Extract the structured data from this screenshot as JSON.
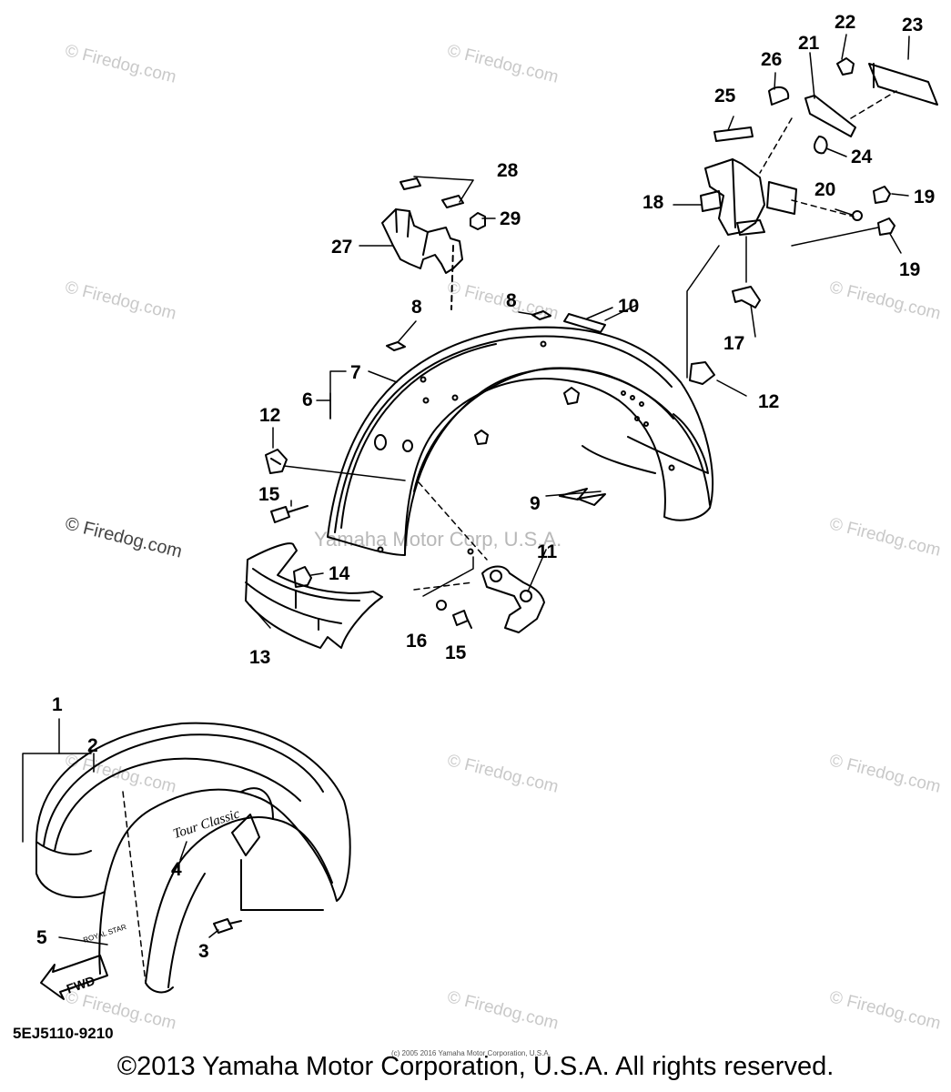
{
  "watermarks": {
    "light": "© Firedog.com",
    "dark": "© Firedog.com",
    "center": "Yamaha Motor Corp, U.S.A."
  },
  "callouts": [
    "1",
    "2",
    "3",
    "4",
    "5",
    "6",
    "7",
    "8",
    "8",
    "9",
    "10",
    "11",
    "12",
    "12",
    "13",
    "14",
    "15",
    "15",
    "16",
    "17",
    "18",
    "19",
    "19",
    "20",
    "21",
    "22",
    "23",
    "24",
    "25",
    "26",
    "27",
    "28",
    "29"
  ],
  "part_number": "5EJ5110-9210",
  "small_credit": "(c) 2005 2016 Yamaha Motor Corporation, U.S.A.",
  "copyright": "©2013 Yamaha Motor Corporation, U.S.A. All rights reserved.",
  "fwd_label": "FWD",
  "emblem_text": [
    "Tour Classic",
    "ROYAL STAR"
  ]
}
